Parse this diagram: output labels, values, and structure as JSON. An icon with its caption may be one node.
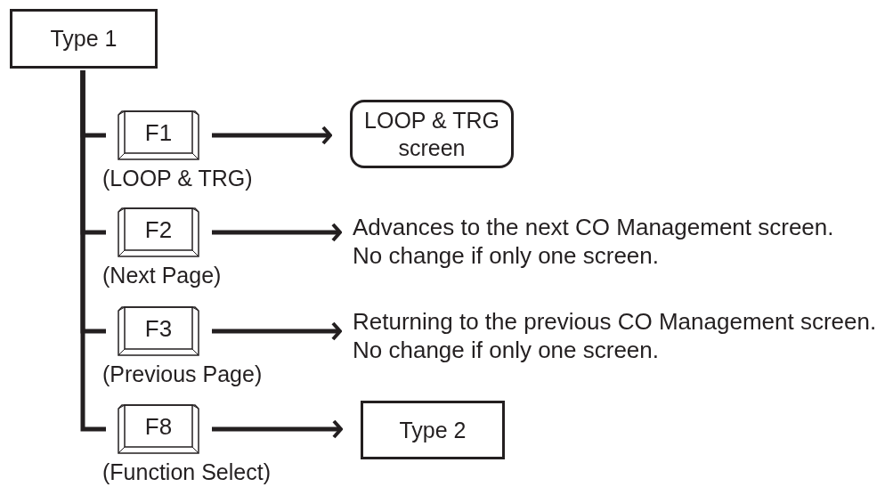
{
  "diagram": {
    "nodes": [
      {
        "text": [
          "Type 1"
        ]
      },
      {
        "text": [
          "F1"
        ],
        "beside": [
          "(LOOP & TRG)"
        ]
      },
      {
        "text": [
          "LOOP & TRG screen"
        ]
      },
      {
        "text": [
          "F2"
        ],
        "beside": [
          "(Next Page)"
        ]
      },
      {
        "text": [
          "Advances to the next CO Management screen. No change if only one screen."
        ]
      },
      {
        "text": [
          "F3"
        ],
        "beside": [
          "(Previous Page)"
        ]
      },
      {
        "text": [
          "Returning to the previous CO Management screen. No change if only one screen."
        ]
      },
      {
        "text": [
          "F8"
        ],
        "beside": [
          "(Function Select)"
        ]
      },
      {
        "text": [
          "Type 2"
        ]
      }
    ],
    "edges": [
      {
        "from": 0,
        "to": 1,
        "arrow": "none"
      },
      {
        "from": 0,
        "to": 3,
        "arrow": "none"
      },
      {
        "from": 0,
        "to": 5,
        "arrow": "none"
      },
      {
        "from": 0,
        "to": 7,
        "arrow": "none"
      },
      {
        "from": 1,
        "to": 2,
        "arrow": "to"
      },
      {
        "from": 3,
        "to": 4,
        "arrow": "to"
      },
      {
        "from": 5,
        "to": 6,
        "arrow": "to"
      },
      {
        "from": 7,
        "to": 8,
        "arrow": "to"
      }
    ]
  }
}
